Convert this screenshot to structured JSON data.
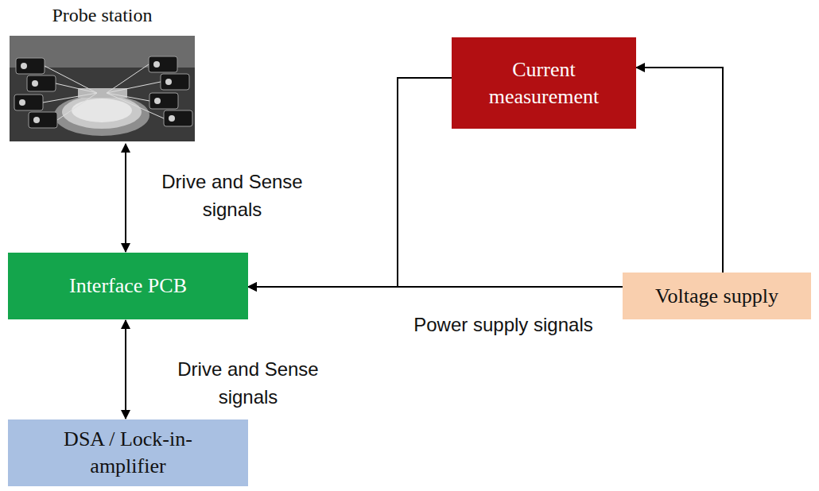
{
  "diagram": {
    "nodes": [
      {
        "text": [
          "Probe station"
        ]
      },
      {
        "text": [
          "Current measurement"
        ]
      },
      {
        "text": [
          "Interface PCB"
        ]
      },
      {
        "text": [
          "Voltage supply"
        ]
      },
      {
        "text": [
          "DSA / Lock-in-amplifier"
        ]
      }
    ],
    "edges": [
      {
        "from": 0,
        "to": 2,
        "arrow": "both",
        "label": "Drive and Sense signals"
      },
      {
        "from": 2,
        "to": 4,
        "arrow": "both",
        "label": "Drive and Sense signals"
      },
      {
        "from": 3,
        "to": 2,
        "arrow": "to",
        "label": "Power supply signals"
      },
      {
        "from": 3,
        "to": 1,
        "arrow": "to"
      },
      {
        "from": 1,
        "to": 2,
        "arrow": "to"
      }
    ]
  }
}
